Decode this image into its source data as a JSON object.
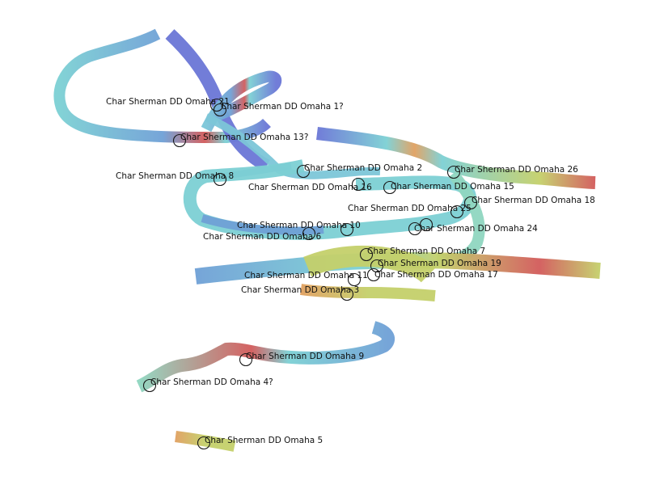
{
  "palette": {
    "background": "#ffffff",
    "deep_blue": "#6a76d6",
    "blue": "#6fa0d6",
    "cyan": "#7cd0d4",
    "teal": "#8fd6c0",
    "yellow_green": "#c4d06a",
    "orange": "#e0a060",
    "red": "#d25a5a"
  },
  "markers": [
    {
      "id": "m21",
      "label": "Char Sherman DD Omaha 21"
    },
    {
      "id": "m1q",
      "label": "Char Sherman DD Omaha 1?"
    },
    {
      "id": "m13q",
      "label": "Char Sherman DD Omaha 13?"
    },
    {
      "id": "m8",
      "label": "Char Sherman DD Omaha 8"
    },
    {
      "id": "m2",
      "label": "Char Sherman DD Omaha 2"
    },
    {
      "id": "m16",
      "label": "Char Sherman DD Omaha 16"
    },
    {
      "id": "m15",
      "label": "Char Sherman DD Omaha 15"
    },
    {
      "id": "m26",
      "label": "Char Sherman DD Omaha 26"
    },
    {
      "id": "m18",
      "label": "Char Sherman DD Omaha 18"
    },
    {
      "id": "m25",
      "label": "Char Sherman DD Omaha 25"
    },
    {
      "id": "m10",
      "label": "Char Sherman DD Omaha 10"
    },
    {
      "id": "m24",
      "label": "Char Sherman DD Omaha 24"
    },
    {
      "id": "m6",
      "label": "Char Sherman DD Omaha 6"
    },
    {
      "id": "m7",
      "label": "Char Sherman DD Omaha 7"
    },
    {
      "id": "m19",
      "label": "Char Sherman DD Omaha 19"
    },
    {
      "id": "m11",
      "label": "Char Sherman DD Omaha 11"
    },
    {
      "id": "m17",
      "label": "Char Sherman DD Omaha 17"
    },
    {
      "id": "m3",
      "label": "Char Sherman DD Omaha 3"
    },
    {
      "id": "m9",
      "label": "Char Sherman DD Omaha 9"
    },
    {
      "id": "m4q",
      "label": "Char Sherman DD Omaha 4?"
    },
    {
      "id": "m5",
      "label": "Char Sherman DD Omaha 5"
    }
  ]
}
